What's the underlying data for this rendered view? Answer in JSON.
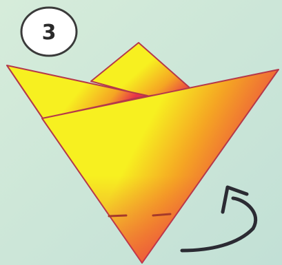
{
  "step": {
    "number": "3"
  },
  "colors": {
    "background_top": "#d6ecda",
    "background_bottom": "#c2e0d6",
    "paper_yellow": "#f7f020",
    "paper_orange": "#f5a523",
    "paper_red": "#e8314a",
    "outline": "#b5384a",
    "badge_fill": "#ffffff",
    "badge_stroke": "#3a3a3a",
    "arrow": "#2b2b33",
    "crease": "#a63a2a"
  },
  "icons": {
    "step_badge": "circle-number-badge",
    "fold_arrow": "curved-arrow-icon",
    "crease_line": "dashed-fold-line"
  }
}
